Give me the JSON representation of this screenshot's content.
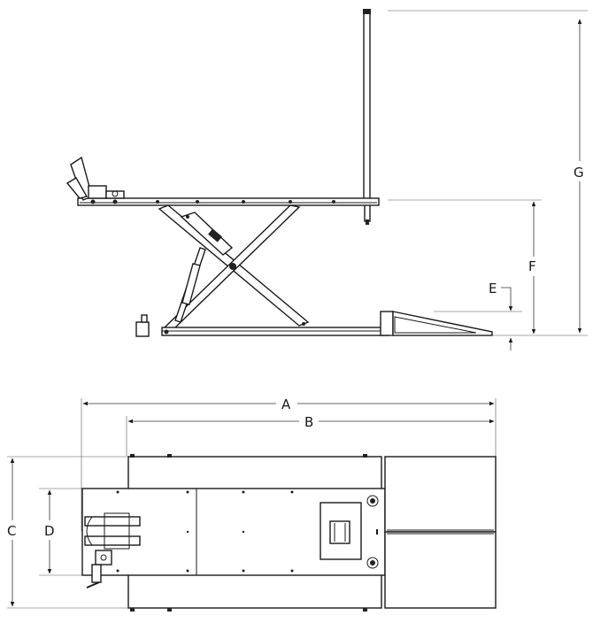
{
  "dimension_labels": {
    "A": "A",
    "B": "B",
    "C": "C",
    "D": "D",
    "E": "E",
    "F": "F",
    "G": "G"
  },
  "colors": {
    "line": "#1a1a1a",
    "background": "#ffffff",
    "platform_fill": "#ffffff"
  }
}
